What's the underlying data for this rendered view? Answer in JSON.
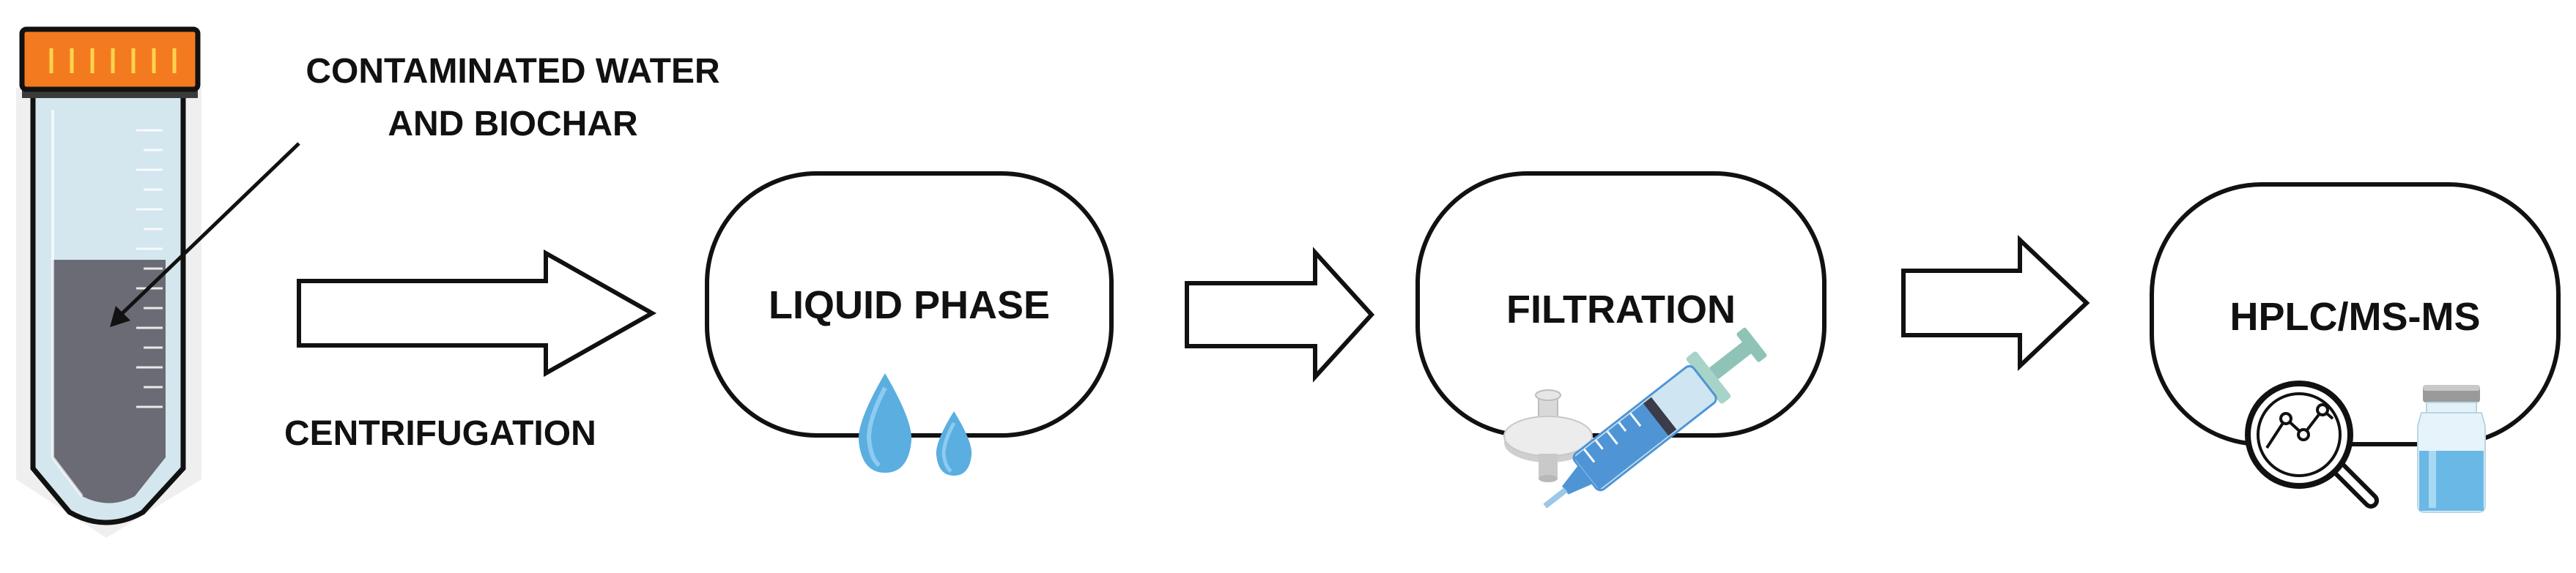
{
  "tube": {
    "icon": "centrifuge-tube-icon",
    "cap_color": "#f47a20",
    "liquid_color": "#6b6b75",
    "glass_color": "#d4e6ee"
  },
  "annotations": {
    "sample_line1": "CONTAMINATED WATER",
    "sample_line2": "AND BIOCHAR",
    "process": "CENTRIFUGATION"
  },
  "steps": [
    {
      "label": "LIQUID PHASE",
      "icons": [
        "water-drop-icon",
        "water-drop-icon"
      ]
    },
    {
      "label": "FILTRATION",
      "icons": [
        "syringe-filter-icon",
        "syringe-icon"
      ]
    },
    {
      "label": "HPLC/MS-MS",
      "icons": [
        "magnifier-chart-icon",
        "vial-icon"
      ]
    }
  ],
  "colors": {
    "outline": "#111111",
    "drop": "#5aaee0",
    "syringe_blue": "#4f95d6",
    "syringe_tip": "#8fc3b8"
  }
}
